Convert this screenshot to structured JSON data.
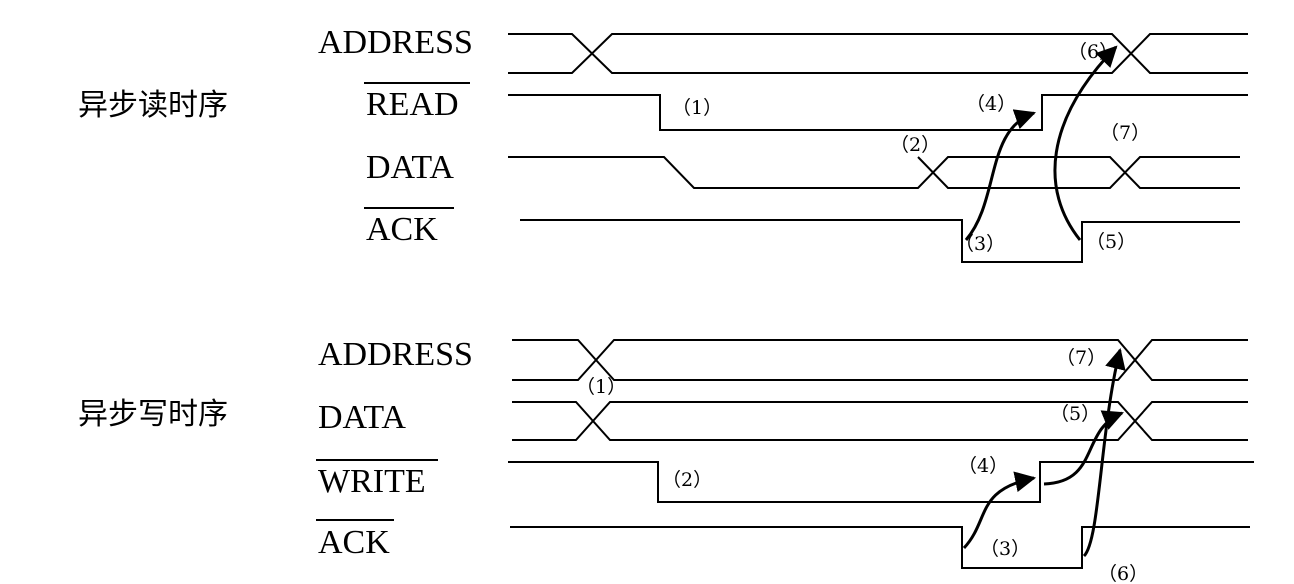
{
  "read_diagram": {
    "title": "异步读时序",
    "signals": {
      "address": "ADDRESS",
      "read": "READ",
      "data": "DATA",
      "ack": "ACK"
    },
    "markers": {
      "m1": "（1）",
      "m2": "（2）",
      "m3": "（3）",
      "m4": "（4）",
      "m5": "（5）",
      "m6": "（6）",
      "m7": "（7）"
    }
  },
  "write_diagram": {
    "title": "异步写时序",
    "signals": {
      "address": "ADDRESS",
      "data": "DATA",
      "write": "WRITE",
      "ack": "ACK"
    },
    "markers": {
      "m1": "（1）",
      "m2": "（2）",
      "m3": "（3）",
      "m4": "（4）",
      "m5": "（5）",
      "m6": "（6）",
      "m7": "（7）"
    }
  }
}
